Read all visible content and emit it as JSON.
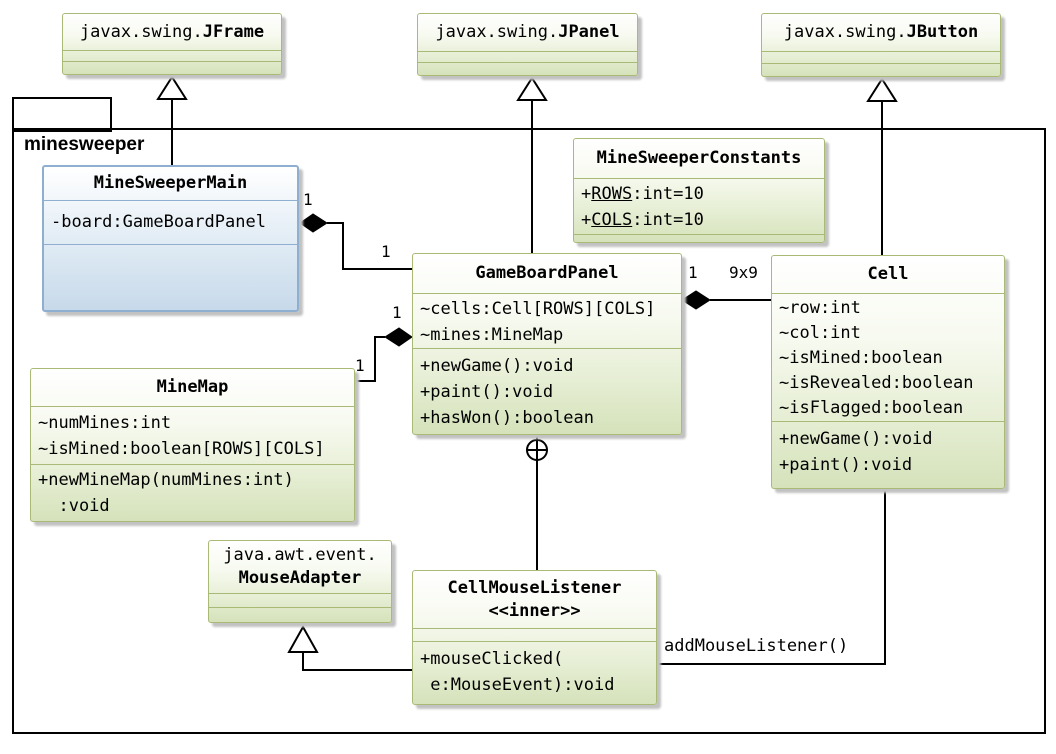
{
  "package": {
    "label": "minesweeper"
  },
  "external": {
    "jframe": {
      "prefix": "javax.swing.",
      "name": "JFrame"
    },
    "jpanel": {
      "prefix": "javax.swing.",
      "name": "JPanel"
    },
    "jbutton": {
      "prefix": "javax.swing.",
      "name": "JButton"
    },
    "mouseadapter": {
      "prefix": "java.awt.event.",
      "name": "MouseAdapter"
    }
  },
  "classes": {
    "mineSweeperMain": {
      "title": "MineSweeperMain",
      "attrs": [
        "-board:GameBoardPanel"
      ]
    },
    "mineSweeperConstants": {
      "title": "MineSweeperConstants",
      "attrs": [
        {
          "pre": "+",
          "name": "ROWS",
          "rest": ":int=10"
        },
        {
          "pre": "+",
          "name": "COLS",
          "rest": ":int=10"
        }
      ]
    },
    "gameBoardPanel": {
      "title": "GameBoardPanel",
      "attrs": [
        "~cells:Cell[ROWS][COLS]",
        "~mines:MineMap"
      ],
      "methods": [
        "+newGame():void",
        "+paint():void",
        "+hasWon():boolean"
      ]
    },
    "cell": {
      "title": "Cell",
      "attrs": [
        "~row:int",
        "~col:int",
        "~isMined:boolean",
        "~isRevealed:boolean",
        "~isFlagged:boolean"
      ],
      "methods": [
        "+newGame():void",
        "+paint():void"
      ]
    },
    "mineMap": {
      "title": "MineMap",
      "attrs": [
        "~numMines:int",
        "~isMined:boolean[ROWS][COLS]"
      ],
      "methods": [
        "+newMineMap(numMines:int)",
        "  :void"
      ]
    },
    "cellMouseListener": {
      "title": "CellMouseListener",
      "stereotype": "<<inner>>",
      "methods": [
        "+mouseClicked(",
        " e:MouseEvent):void"
      ]
    }
  },
  "labels": {
    "mult_main_source": "1",
    "mult_main_target": "1",
    "mult_minemap_source": "1",
    "mult_minemap_target": "1",
    "mult_cell_source": "1",
    "mult_cell_target": "9x9",
    "link_add_mouse_listener": "addMouseListener()"
  },
  "colors": {
    "green_border": "#a9ba77",
    "green_fill": "#d5e2ba",
    "blue_border": "#8fafd0",
    "blue_fill": "#c7d9ea",
    "line": "#000000"
  }
}
